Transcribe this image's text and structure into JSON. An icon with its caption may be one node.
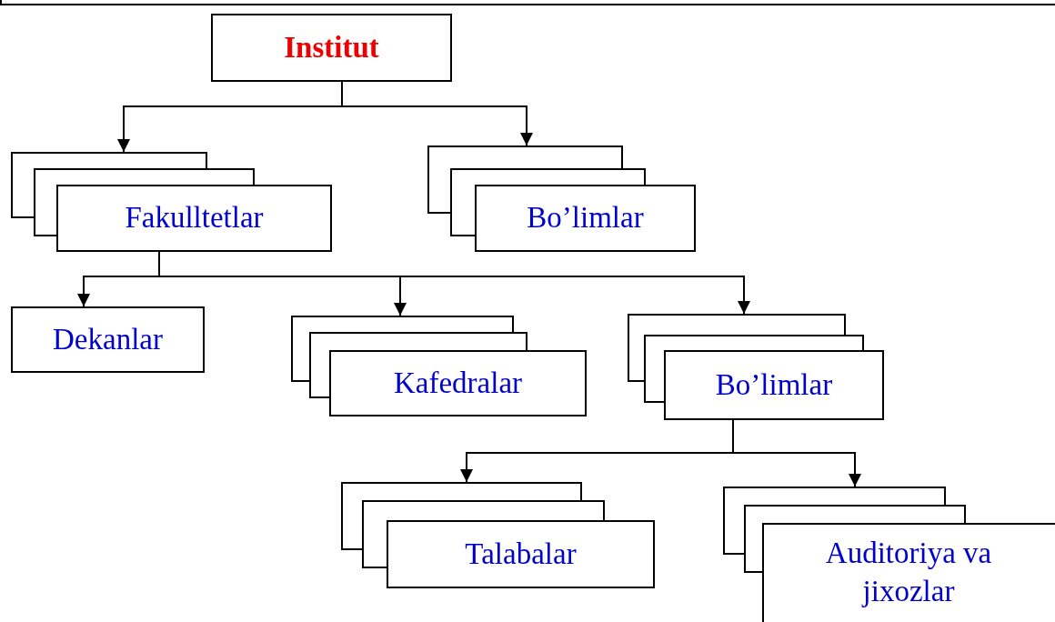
{
  "diagram": {
    "nodes": [
      {
        "text": [
          "Institut"
        ]
      },
      {
        "text": [
          "Fakulltetlar"
        ]
      },
      {
        "text": [
          "Bo’limlar"
        ]
      },
      {
        "text": [
          "Dekanlar"
        ]
      },
      {
        "text": [
          "Kafedralar"
        ]
      },
      {
        "text": [
          "Bo’limlar"
        ]
      },
      {
        "text": [
          "Talabalar"
        ]
      },
      {
        "text": [
          "Auditoriya va jixozlar"
        ]
      }
    ],
    "edges": [
      {
        "from": 0,
        "to": 1,
        "arrow": "to"
      },
      {
        "from": 0,
        "to": 2,
        "arrow": "to"
      },
      {
        "from": 1,
        "to": 3,
        "arrow": "to"
      },
      {
        "from": 1,
        "to": 4,
        "arrow": "to"
      },
      {
        "from": 1,
        "to": 5,
        "arrow": "to"
      },
      {
        "from": 5,
        "to": 6,
        "arrow": "to"
      },
      {
        "from": 5,
        "to": 7,
        "arrow": "to"
      }
    ]
  }
}
